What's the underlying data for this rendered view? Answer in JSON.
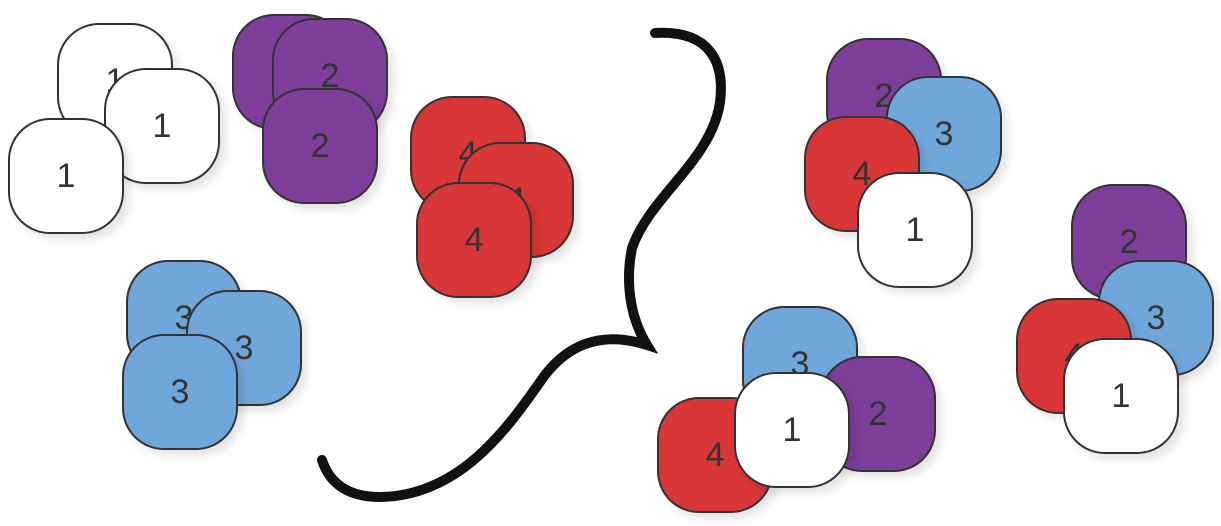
{
  "colors": {
    "c1": "#ffffff",
    "c2": "#7d3f9a",
    "c3": "#70a7db",
    "c4": "#d93637",
    "outline": "#333333",
    "brace": "#111111"
  },
  "left_groups": [
    {
      "name": "group-ones",
      "tiles": [
        {
          "label": "1",
          "color": "c1"
        },
        {
          "label": "1",
          "color": "c1"
        },
        {
          "label": "1",
          "color": "c1"
        }
      ]
    },
    {
      "name": "group-twos",
      "tiles": [
        {
          "label": "2",
          "color": "c2"
        },
        {
          "label": "2",
          "color": "c2"
        },
        {
          "label": "2",
          "color": "c2"
        }
      ]
    },
    {
      "name": "group-fours",
      "tiles": [
        {
          "label": "4",
          "color": "c4"
        },
        {
          "label": "4",
          "color": "c4"
        },
        {
          "label": "4",
          "color": "c4"
        }
      ]
    },
    {
      "name": "group-threes",
      "tiles": [
        {
          "label": "3",
          "color": "c3"
        },
        {
          "label": "3",
          "color": "c3"
        },
        {
          "label": "3",
          "color": "c3"
        }
      ]
    }
  ],
  "right_groups": [
    {
      "name": "mixed-group-a",
      "tiles": [
        {
          "label": "2",
          "color": "c2"
        },
        {
          "label": "3",
          "color": "c3"
        },
        {
          "label": "4",
          "color": "c4"
        },
        {
          "label": "1",
          "color": "c1"
        }
      ]
    },
    {
      "name": "mixed-group-b",
      "tiles": [
        {
          "label": "2",
          "color": "c2"
        },
        {
          "label": "3",
          "color": "c3"
        },
        {
          "label": "4",
          "color": "c4"
        },
        {
          "label": "1",
          "color": "c1"
        }
      ]
    },
    {
      "name": "mixed-group-c",
      "tiles": [
        {
          "label": "3",
          "color": "c3"
        },
        {
          "label": "2",
          "color": "c2"
        },
        {
          "label": "4",
          "color": "c4"
        },
        {
          "label": "1",
          "color": "c1"
        }
      ]
    }
  ]
}
